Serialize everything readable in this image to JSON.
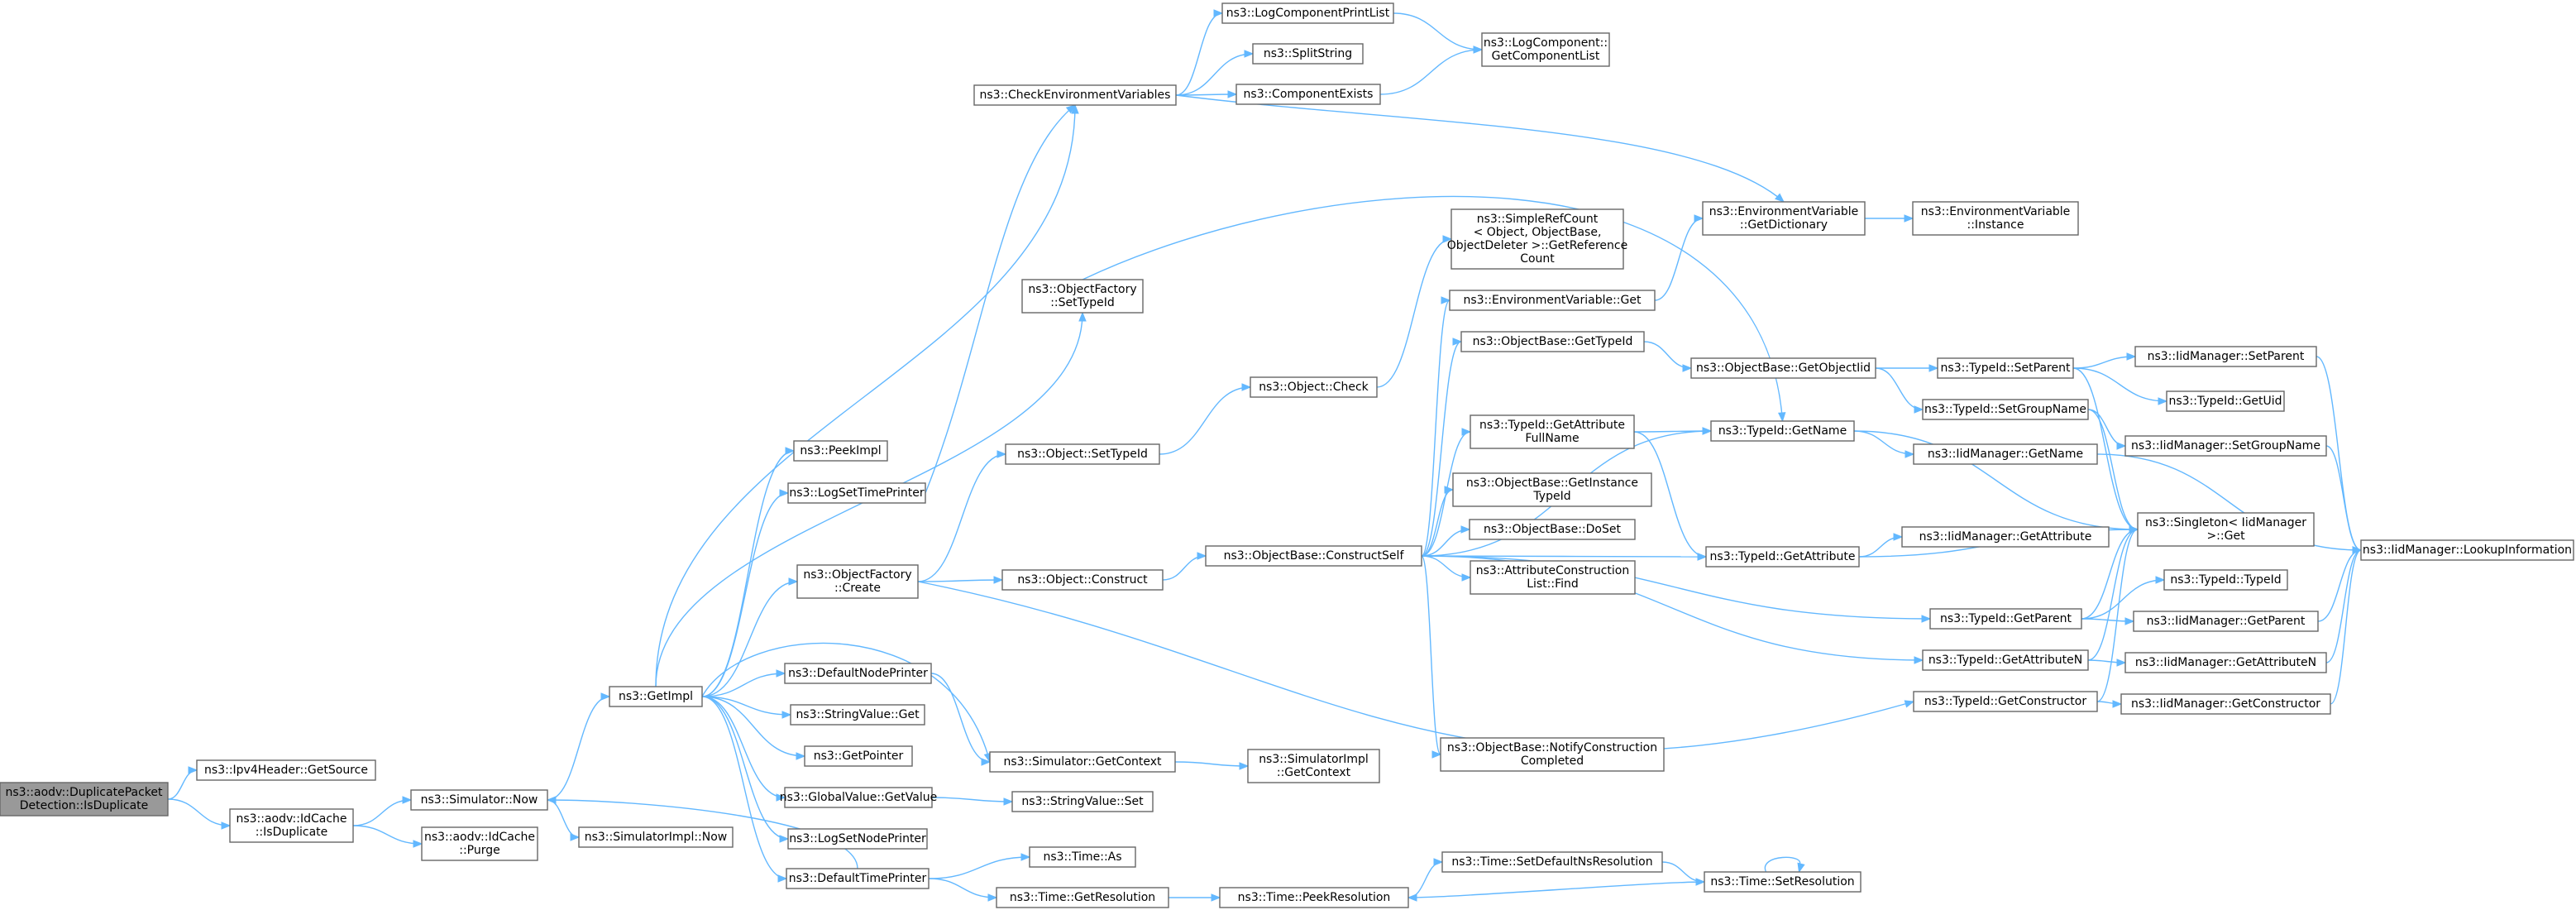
{
  "graph": {
    "nodes": [
      {
        "id": "root",
        "lines": [
          "ns3::aodv::DuplicatePacket",
          "Detection::IsDuplicate"
        ],
        "highlight": true
      },
      {
        "id": "ipv4getsource",
        "lines": [
          "ns3::Ipv4Header::GetSource"
        ]
      },
      {
        "id": "idcacheisdup",
        "lines": [
          "ns3::aodv::IdCache",
          "::IsDuplicate"
        ]
      },
      {
        "id": "simnow",
        "lines": [
          "ns3::Simulator::Now"
        ]
      },
      {
        "id": "idcachepurge",
        "lines": [
          "ns3::aodv::IdCache",
          "::Purge"
        ]
      },
      {
        "id": "getimpl",
        "lines": [
          "ns3::GetImpl"
        ]
      },
      {
        "id": "simimplnow",
        "lines": [
          "ns3::SimulatorImpl::Now"
        ]
      },
      {
        "id": "peekimpl",
        "lines": [
          "ns3::PeekImpl"
        ]
      },
      {
        "id": "logsettimeprinter",
        "lines": [
          "ns3::LogSetTimePrinter"
        ]
      },
      {
        "id": "objfactorycreate",
        "lines": [
          "ns3::ObjectFactory",
          "::Create"
        ]
      },
      {
        "id": "defaultnodeprinter",
        "lines": [
          "ns3::DefaultNodePrinter"
        ]
      },
      {
        "id": "stringvalueget",
        "lines": [
          "ns3::StringValue::Get"
        ]
      },
      {
        "id": "getpointer",
        "lines": [
          "ns3::GetPointer"
        ]
      },
      {
        "id": "globalvaluegetvalue",
        "lines": [
          "ns3::GlobalValue::GetValue"
        ]
      },
      {
        "id": "logsetnodeprinter",
        "lines": [
          "ns3::LogSetNodePrinter"
        ]
      },
      {
        "id": "defaulttimeprinter",
        "lines": [
          "ns3::DefaultTimePrinter"
        ]
      },
      {
        "id": "checkenv",
        "lines": [
          "ns3::CheckEnvironmentVariables"
        ]
      },
      {
        "id": "logcompprintlist",
        "lines": [
          "ns3::LogComponentPrintList"
        ]
      },
      {
        "id": "splitstring",
        "lines": [
          "ns3::SplitString"
        ]
      },
      {
        "id": "componentexists",
        "lines": [
          "ns3::ComponentExists"
        ]
      },
      {
        "id": "getcomplist",
        "lines": [
          "ns3::LogComponent::",
          "GetComponentList"
        ]
      },
      {
        "id": "objfactorysettypeid",
        "lines": [
          "ns3::ObjectFactory",
          "::SetTypeId"
        ]
      },
      {
        "id": "objectsettypeid",
        "lines": [
          "ns3::Object::SetTypeId"
        ]
      },
      {
        "id": "objectconstruct",
        "lines": [
          "ns3::Object::Construct"
        ]
      },
      {
        "id": "simgetcontext",
        "lines": [
          "ns3::Simulator::GetContext"
        ]
      },
      {
        "id": "stringvalueset",
        "lines": [
          "ns3::StringValue::Set"
        ]
      },
      {
        "id": "timeas",
        "lines": [
          "ns3::Time::As"
        ]
      },
      {
        "id": "timegetresolution",
        "lines": [
          "ns3::Time::GetResolution"
        ]
      },
      {
        "id": "objectcheck",
        "lines": [
          "ns3::Object::Check"
        ]
      },
      {
        "id": "objbaseconstructself",
        "lines": [
          "ns3::ObjectBase::ConstructSelf"
        ]
      },
      {
        "id": "simimplgetcontext",
        "lines": [
          "ns3::SimulatorImpl",
          "::GetContext"
        ]
      },
      {
        "id": "timepeekresolution",
        "lines": [
          "ns3::Time::PeekResolution"
        ]
      },
      {
        "id": "simplerefcount",
        "lines": [
          "ns3::SimpleRefCount",
          "< Object, ObjectBase,",
          "ObjectDeleter >::GetReference",
          "Count"
        ]
      },
      {
        "id": "envvarget",
        "lines": [
          "ns3::EnvironmentVariable::Get"
        ]
      },
      {
        "id": "objbasegettypeid",
        "lines": [
          "ns3::ObjectBase::GetTypeId"
        ]
      },
      {
        "id": "typeidgetattrfullname",
        "lines": [
          "ns3::TypeId::GetAttribute",
          "FullName"
        ]
      },
      {
        "id": "objbasegetinstancetypeid",
        "lines": [
          "ns3::ObjectBase::GetInstance",
          "TypeId"
        ]
      },
      {
        "id": "objbasedoset",
        "lines": [
          "ns3::ObjectBase::DoSet"
        ]
      },
      {
        "id": "attrconstructionlistfind",
        "lines": [
          "ns3::AttributeConstruction",
          "List::Find"
        ]
      },
      {
        "id": "objbasenotify",
        "lines": [
          "ns3::ObjectBase::NotifyConstruction",
          "Completed"
        ]
      },
      {
        "id": "timesetdefaultns",
        "lines": [
          "ns3::Time::SetDefaultNsResolution"
        ]
      },
      {
        "id": "envvargetdict",
        "lines": [
          "ns3::EnvironmentVariable",
          "::GetDictionary"
        ]
      },
      {
        "id": "objbasegetobjectiid",
        "lines": [
          "ns3::ObjectBase::GetObjectIid"
        ]
      },
      {
        "id": "typeidgetname",
        "lines": [
          "ns3::TypeId::GetName"
        ]
      },
      {
        "id": "typeidgetattribute",
        "lines": [
          "ns3::TypeId::GetAttribute"
        ]
      },
      {
        "id": "typeidgetparent",
        "lines": [
          "ns3::TypeId::GetParent"
        ]
      },
      {
        "id": "typeidgetattributen",
        "lines": [
          "ns3::TypeId::GetAttributeN"
        ]
      },
      {
        "id": "typeidgetconstructor",
        "lines": [
          "ns3::TypeId::GetConstructor"
        ]
      },
      {
        "id": "timesetresolution",
        "lines": [
          "ns3::Time::SetResolution"
        ]
      },
      {
        "id": "envvarinstance",
        "lines": [
          "ns3::EnvironmentVariable",
          "::Instance"
        ]
      },
      {
        "id": "typeidsetparent",
        "lines": [
          "ns3::TypeId::SetParent"
        ]
      },
      {
        "id": "typeidsetgroupname",
        "lines": [
          "ns3::TypeId::SetGroupName"
        ]
      },
      {
        "id": "iidmgrgetname",
        "lines": [
          "ns3::IidManager::GetName"
        ]
      },
      {
        "id": "iidmgrgetattribute",
        "lines": [
          "ns3::IidManager::GetAttribute"
        ]
      },
      {
        "id": "singletonget",
        "lines": [
          "ns3::Singleton< IidManager",
          " >::Get"
        ]
      },
      {
        "id": "iidmgrsetparent",
        "lines": [
          "ns3::IidManager::SetParent"
        ]
      },
      {
        "id": "typeidgetuid",
        "lines": [
          "ns3::TypeId::GetUid"
        ]
      },
      {
        "id": "iidmgrsetgroupname",
        "lines": [
          "ns3::IidManager::SetGroupName"
        ]
      },
      {
        "id": "typeidtypeid",
        "lines": [
          "ns3::TypeId::TypeId"
        ]
      },
      {
        "id": "iidmgrgetparent",
        "lines": [
          "ns3::IidManager::GetParent"
        ]
      },
      {
        "id": "iidmgrgetattributen",
        "lines": [
          "ns3::IidManager::GetAttributeN"
        ]
      },
      {
        "id": "iidmgrgetconstructor",
        "lines": [
          "ns3::IidManager::GetConstructor"
        ]
      },
      {
        "id": "iidmgrlookup",
        "lines": [
          "ns3::IidManager::LookupInformation"
        ]
      }
    ],
    "edges": [
      [
        "root",
        "ipv4getsource"
      ],
      [
        "root",
        "idcacheisdup"
      ],
      [
        "idcacheisdup",
        "simnow"
      ],
      [
        "idcacheisdup",
        "idcachepurge"
      ],
      [
        "simnow",
        "getimpl"
      ],
      [
        "simnow",
        "simimplnow"
      ],
      [
        "getimpl",
        "peekimpl"
      ],
      [
        "getimpl",
        "logsettimeprinter"
      ],
      [
        "getimpl",
        "objfactorycreate"
      ],
      [
        "getimpl",
        "defaultnodeprinter"
      ],
      [
        "getimpl",
        "stringvalueget"
      ],
      [
        "getimpl",
        "getpointer"
      ],
      [
        "getimpl",
        "globalvaluegetvalue"
      ],
      [
        "getimpl",
        "logsetnodeprinter"
      ],
      [
        "getimpl",
        "defaulttimeprinter"
      ],
      [
        "getimpl",
        "checkenv"
      ],
      [
        "getimpl",
        "objfactorysettypeid"
      ],
      [
        "getimpl",
        "simgetcontext"
      ],
      [
        "defaulttimeprinter",
        "simnow"
      ],
      [
        "defaultnodeprinter",
        "simgetcontext"
      ],
      [
        "logsettimeprinter",
        "checkenv"
      ],
      [
        "checkenv",
        "logcompprintlist"
      ],
      [
        "checkenv",
        "splitstring"
      ],
      [
        "checkenv",
        "componentexists"
      ],
      [
        "checkenv",
        "envvargetdict"
      ],
      [
        "logcompprintlist",
        "getcomplist"
      ],
      [
        "componentexists",
        "getcomplist"
      ],
      [
        "objfactorysettypeid",
        "typeidgetname"
      ],
      [
        "objfactorycreate",
        "objectsettypeid"
      ],
      [
        "objfactorycreate",
        "objectconstruct"
      ],
      [
        "objfactorycreate",
        "typeidgetconstructor"
      ],
      [
        "objectsettypeid",
        "objectcheck"
      ],
      [
        "objectconstruct",
        "objbaseconstructself"
      ],
      [
        "objectcheck",
        "simplerefcount"
      ],
      [
        "simgetcontext",
        "simimplgetcontext"
      ],
      [
        "globalvaluegetvalue",
        "stringvalueset"
      ],
      [
        "defaulttimeprinter",
        "timeas"
      ],
      [
        "defaulttimeprinter",
        "timegetresolution"
      ],
      [
        "timegetresolution",
        "timepeekresolution"
      ],
      [
        "timepeekresolution",
        "timesetdefaultns"
      ],
      [
        "timesetdefaultns",
        "timesetresolution"
      ],
      [
        "timesetresolution",
        "timepeekresolution"
      ],
      [
        "timesetresolution",
        "timesetresolution"
      ],
      [
        "objbaseconstructself",
        "envvarget"
      ],
      [
        "objbaseconstructself",
        "objbasegettypeid"
      ],
      [
        "objbaseconstructself",
        "typeidgetattrfullname"
      ],
      [
        "objbaseconstructself",
        "objbasegetinstancetypeid"
      ],
      [
        "objbaseconstructself",
        "objbasedoset"
      ],
      [
        "objbaseconstructself",
        "attrconstructionlistfind"
      ],
      [
        "objbaseconstructself",
        "objbasenotify"
      ],
      [
        "objbaseconstructself",
        "typeidgetname"
      ],
      [
        "objbaseconstructself",
        "typeidgetattribute"
      ],
      [
        "objbaseconstructself",
        "typeidgetparent"
      ],
      [
        "objbaseconstructself",
        "typeidgetattributen"
      ],
      [
        "envvarget",
        "envvargetdict"
      ],
      [
        "envvargetdict",
        "envvarinstance"
      ],
      [
        "objbasegettypeid",
        "objbasegetobjectiid"
      ],
      [
        "objbasegetobjectiid",
        "typeidsetparent"
      ],
      [
        "objbasegetobjectiid",
        "typeidsetgroupname"
      ],
      [
        "typeidgetattrfullname",
        "typeidgetname"
      ],
      [
        "typeidgetattrfullname",
        "typeidgetattribute"
      ],
      [
        "typeidgetname",
        "iidmgrgetname"
      ],
      [
        "typeidgetname",
        "singletonget"
      ],
      [
        "typeidgetattribute",
        "iidmgrgetattribute"
      ],
      [
        "typeidgetattribute",
        "singletonget"
      ],
      [
        "typeidgetparent",
        "typeidtypeid"
      ],
      [
        "typeidgetparent",
        "iidmgrgetparent"
      ],
      [
        "typeidgetparent",
        "singletonget"
      ],
      [
        "typeidgetattributen",
        "iidmgrgetattributen"
      ],
      [
        "typeidgetattributen",
        "singletonget"
      ],
      [
        "typeidgetconstructor",
        "iidmgrgetconstructor"
      ],
      [
        "typeidgetconstructor",
        "singletonget"
      ],
      [
        "typeidsetparent",
        "iidmgrsetparent"
      ],
      [
        "typeidsetparent",
        "typeidgetuid"
      ],
      [
        "typeidsetparent",
        "singletonget"
      ],
      [
        "typeidsetgroupname",
        "iidmgrsetgroupname"
      ],
      [
        "typeidsetgroupname",
        "singletonget"
      ],
      [
        "iidmgrgetname",
        "iidmgrlookup"
      ],
      [
        "iidmgrsetparent",
        "iidmgrlookup"
      ],
      [
        "iidmgrsetgroupname",
        "iidmgrlookup"
      ],
      [
        "iidmgrgetparent",
        "iidmgrlookup"
      ],
      [
        "iidmgrgetattributen",
        "iidmgrlookup"
      ],
      [
        "iidmgrgetconstructor",
        "iidmgrlookup"
      ]
    ]
  },
  "colors": {
    "edge": "#63b8ff",
    "node_border": "#666666",
    "root_fill": "#999999",
    "node_fill": "#ffffff"
  }
}
